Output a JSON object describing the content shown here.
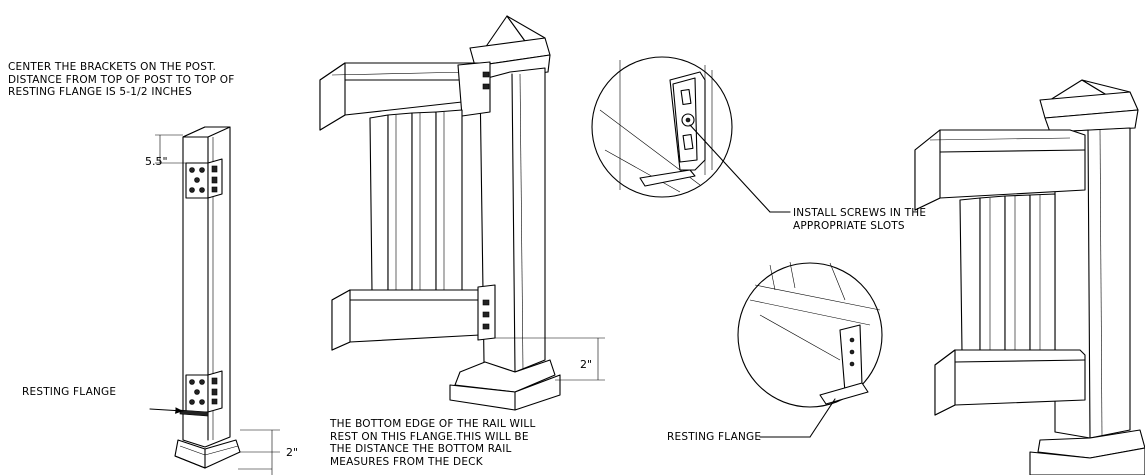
{
  "notes": {
    "center_brackets": [
      "CENTER THE BRACKETS ON THE POST.",
      "DISTANCE FROM TOP OF POST TO TOP OF",
      "RESTING FLANGE IS 5-1/2 INCHES"
    ],
    "resting_flange_left": "RESTING FLANGE",
    "bottom_edge": [
      "THE BOTTOM EDGE OF THE RAIL WILL",
      "REST ON THIS FLANGE.THIS WILL BE",
      "THE DISTANCE THE BOTTOM RAIL",
      "MEASURES FROM THE DECK"
    ],
    "install_screws": [
      "INSTALL SCREWS IN THE",
      "APPROPRIATE SLOTS"
    ],
    "resting_flange_detail": "RESTING FLANGE"
  },
  "dimensions": {
    "top_offset": "5.5\"",
    "bottom_offset_post": "2\"",
    "bottom_offset_rail": "2\""
  }
}
